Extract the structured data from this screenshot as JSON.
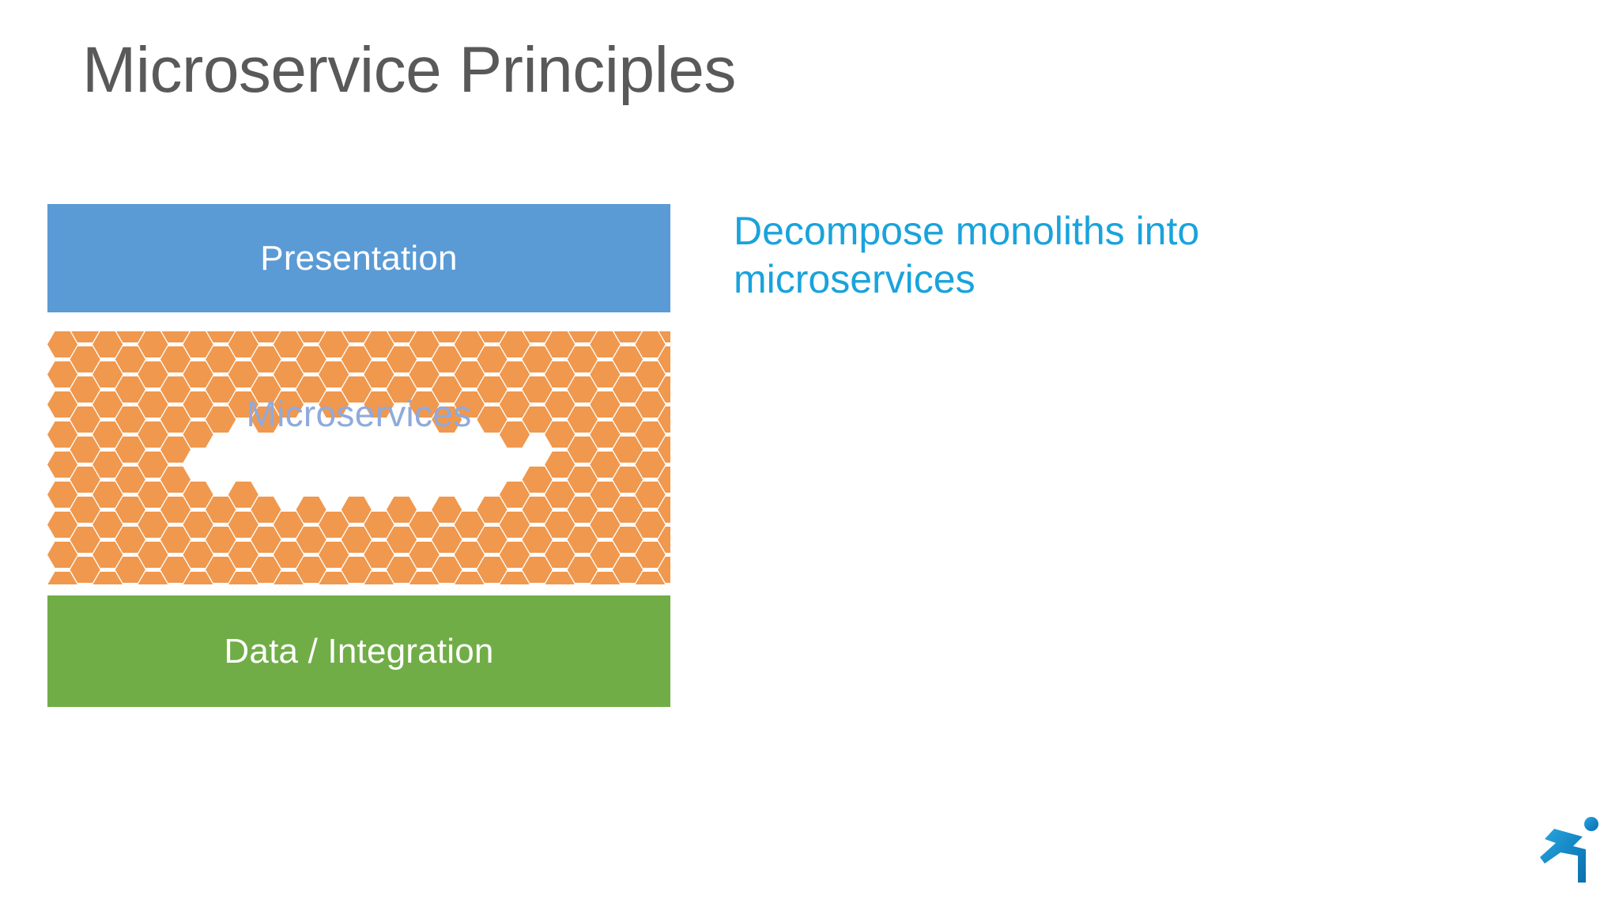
{
  "slide": {
    "title": "Microservice Principles",
    "background_color": "#FFFFFF",
    "title_color": "#595959"
  },
  "diagram": {
    "name": "layered-architecture-diagram",
    "layers": [
      {
        "id": "presentation",
        "label": "Presentation",
        "color": "#5B9BD5",
        "text_color": "#FFFFFF"
      },
      {
        "id": "microservices",
        "label": "Microservices",
        "color": "#F4A460",
        "text_color": "#8FAADC"
      },
      {
        "id": "data-integration",
        "label": "Data / Integration",
        "color": "#70AD47",
        "text_color": "#FFFFFF"
      }
    ],
    "honeycomb": {
      "cell_color": "#F0984E",
      "cell_shape": "hexagon",
      "gap_color": "#FFFFFF"
    }
  },
  "body": {
    "text": "Decompose monoliths into microservices",
    "color": "#19A3DC"
  },
  "logo": {
    "name": "running-figure-logo",
    "color": "#1C8FC9"
  }
}
